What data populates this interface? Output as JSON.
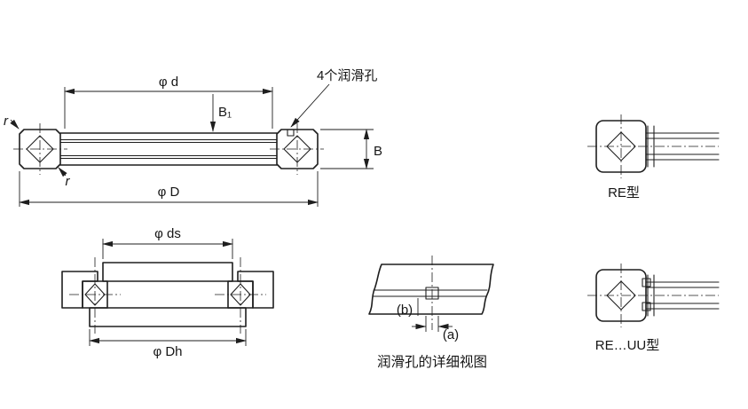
{
  "colors": {
    "ink": "#1e1e1e",
    "background": "#ffffff"
  },
  "main_view": {
    "dim_d": "φ d",
    "dim_b1": "B₁",
    "dim_b": "B",
    "dim_big_d": "φ D",
    "r_outer": "r",
    "r_inner": "r",
    "lube_note": "4个润滑孔"
  },
  "mounting_view": {
    "dim_ds": "φ ds",
    "dim_dh": "φ Dh"
  },
  "detail_view": {
    "label_a": "(a)",
    "label_b": "(b)",
    "caption": "润滑孔的详细视图"
  },
  "re_view": {
    "label": "RE型"
  },
  "re_uu_view": {
    "label": "RE…UU型"
  }
}
